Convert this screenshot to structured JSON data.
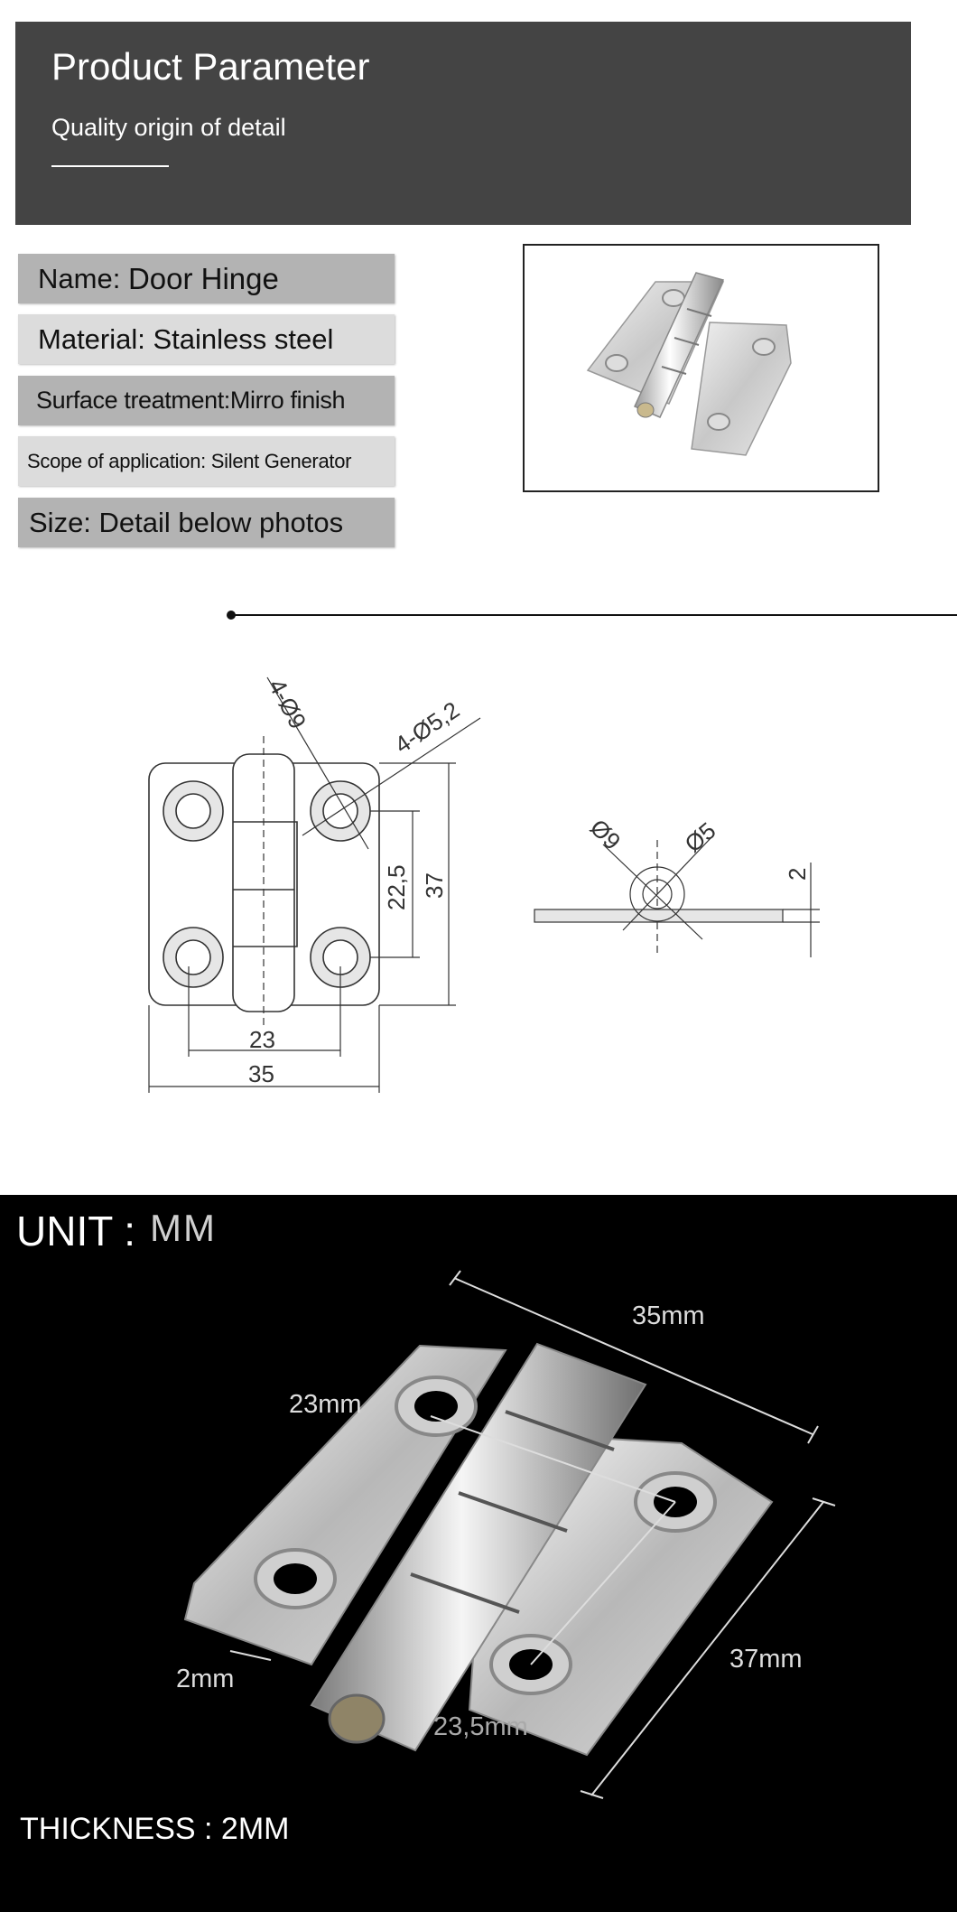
{
  "header": {
    "title": "Product Parameter",
    "subtitle": "Quality origin of detail"
  },
  "specs": [
    {
      "label": "Name:",
      "value": "Door Hinge"
    },
    {
      "label": "Material:",
      "value": "Stainless steel"
    },
    {
      "label": "Surface treatment:",
      "value": "Mirro finish"
    },
    {
      "label": "Scope of application:",
      "value": "Silent Generator"
    },
    {
      "label": "Size:",
      "value": "Detail below photos"
    }
  ],
  "drawing": {
    "holes_large": "4-Ø9",
    "holes_small": "4-Ø5,2",
    "pitch_vertical": "22,5",
    "height": "37",
    "pitch_horizontal": "23",
    "width": "35",
    "side_outer": "Ø9",
    "side_inner": "Ø5",
    "thickness": "2"
  },
  "photo": {
    "unit_label": "UNIT :",
    "unit_value": "MM",
    "dim_width": "35mm",
    "dim_pitch_x": "23mm",
    "dim_height": "37mm",
    "dim_thickness": "2mm",
    "dim_pitch_y": "23,5mm",
    "thickness_note": "THICKNESS : 2MM"
  },
  "colors": {
    "header_bg": "#444444",
    "spec_dark": "#b3b3b3",
    "spec_light": "#dcdcdc",
    "photo_bg": "#000000"
  }
}
